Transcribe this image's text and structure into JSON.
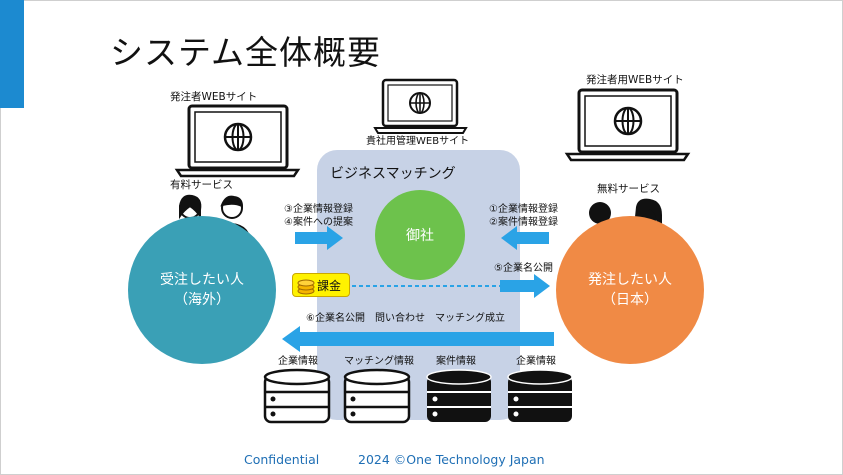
{
  "title": "システム全体概要",
  "sites": {
    "left": "発注者WEBサイト",
    "center": "貴社用管理WEBサイト",
    "right": "発注者用WEBサイト"
  },
  "services": {
    "left": "有料サービス",
    "right": "無料サービス"
  },
  "panel_title": "ビジネスマッチング",
  "circles": {
    "left_line1": "受注したい人",
    "left_line2": "（海外）",
    "center": "御社",
    "right_line1": "発注したい人",
    "right_line2": "（日本）"
  },
  "arrows": {
    "left_in_line1": "③企業情報登録",
    "left_in_line2": "④案件への提案",
    "right_in_line1": "①企業情報登録",
    "right_in_line2": "②案件情報登録",
    "right_out": "⑤企業名公開",
    "bottom": "⑥企業名公開　問い合わせ　マッチング成立"
  },
  "badge": "課金",
  "databases": [
    {
      "label": "企業情報",
      "dark": false
    },
    {
      "label": "マッチング情報",
      "dark": false
    },
    {
      "label": "案件情報",
      "dark": true
    },
    {
      "label": "企業情報",
      "dark": true
    }
  ],
  "footer": {
    "confidential": "Confidential",
    "copyright": "2024 ©One Technology Japan"
  },
  "colors": {
    "accent": "#1c8ad0",
    "arrow": "#2aa3e6",
    "left_circle": "#3aa0b6",
    "right_circle": "#f08a45",
    "center_circle": "#6dc24c",
    "panel": "#c7d2e6"
  }
}
